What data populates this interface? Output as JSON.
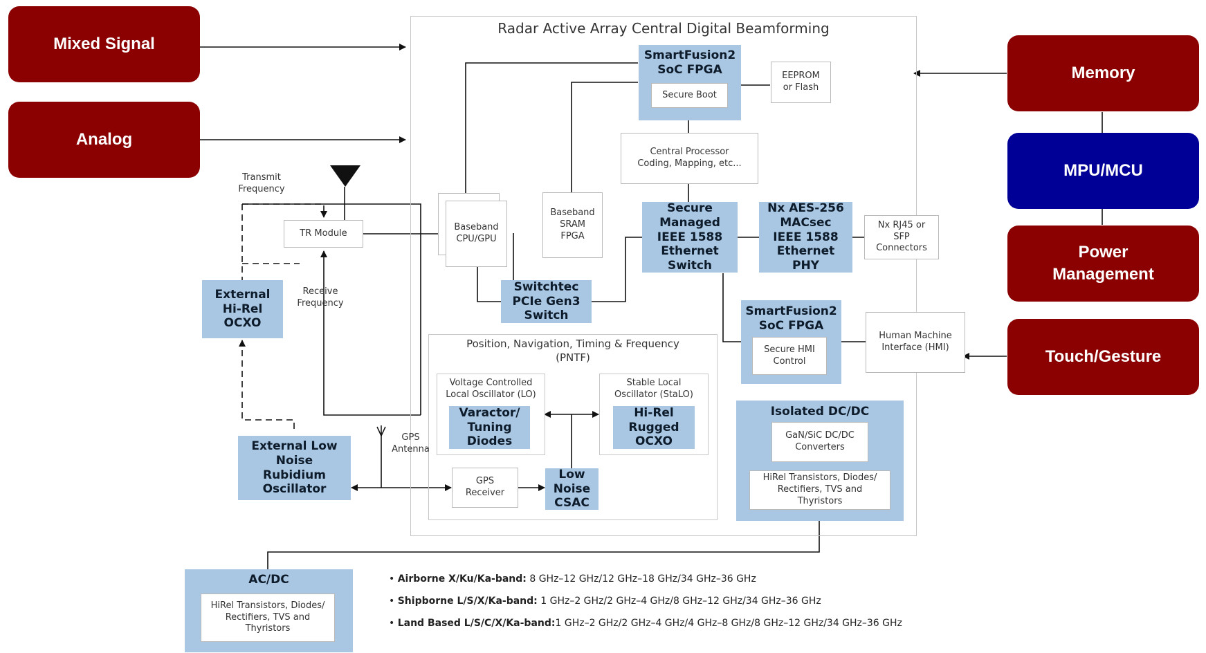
{
  "left_blocks": {
    "mixed_signal": "Mixed Signal",
    "analog": "Analog"
  },
  "right_blocks": {
    "memory": "Memory",
    "mpu_mcu": "MPU/MCU",
    "power_management": "Power\nManagement",
    "touch_gesture": "Touch/Gesture"
  },
  "diagram": {
    "title": "Radar Active Array Central Digital Beamforming",
    "smartfusion_top": {
      "title": "SmartFusion2\nSoC FPGA",
      "inner": "Secure Boot"
    },
    "eeprom": "EEPROM\nor Flash",
    "central_processor": "Central Processor\nCoding, Mapping, etc...",
    "baseband_cpu": "Baseband\nCPU/GPU",
    "baseband_sram": "Baseband\nSRAM\nFPGA",
    "ethernet_switch": "Secure\nManaged\nIEEE 1588\nEthernet\nSwitch",
    "ethernet_phy": "Nx AES-256\nMACsec\nIEEE 1588\nEthernet\nPHY",
    "connectors": "Nx RJ45 or\nSFP\nConnectors",
    "pcie_switch": "Switchtec\nPCIe Gen3\nSwitch",
    "transmit_frequency": "Transmit\nFrequency",
    "tr_module": "TR Module",
    "receive_frequency": "Receive\nFrequency",
    "external_ocxo": "External\nHi-Rel\nOCXO",
    "smartfusion_hmi": {
      "title": "SmartFusion2\nSoC FPGA",
      "inner": "Secure HMI\nControl"
    },
    "hmi": "Human Machine\nInterface (HMI)",
    "pntf": {
      "title": "Position, Navigation, Timing & Frequency\n(PNTF)",
      "vco_label": "Voltage Controlled\nLocal Oscillator (LO)",
      "vco_part": "Varactor/\nTuning\nDiodes",
      "stalo_label": "Stable Local\nOscillator (StaLO)",
      "stalo_part": "Hi-Rel\nRugged\nOCXO",
      "gps_receiver": "GPS\nReceiver",
      "csac": "Low\nNoise\nCSAC"
    },
    "isolated_dcdc": {
      "title": "Isolated DC/DC",
      "converters": "GaN/SiC DC/DC\nConverters",
      "parts": "HiRel Transistors, Diodes/\nRectifiers, TVS and\nThyristors"
    },
    "gps_antenna": "GPS\nAntenna",
    "rubidium": "External Low\nNoise\nRubidium\nOscillator",
    "acdc": {
      "title": "AC/DC",
      "parts": "HiRel Transistors, Diodes/\nRectifiers, TVS and\nThyristors"
    }
  },
  "bands": [
    {
      "label": "Airborne X/Ku/Ka-band:",
      "value": " 8 GHz–12 GHz/12 GHz–18 GHz/34 GHz–36 GHz"
    },
    {
      "label": "Shipborne L/S/X/Ka-band:",
      "value": " 1 GHz–2 GHz/2 GHz–4 GHz/8 GHz–12 GHz/34 GHz–36 GHz"
    },
    {
      "label": "Land Based L/S/C/X/Ka-band:",
      "value": "1 GHz–2 GHz/2 GHz–4 GHz/4 GHz–8 GHz/8 GHz–12 GHz/34 GHz–36 GHz"
    }
  ],
  "colors": {
    "dark_red": "#8b0000",
    "dark_blue": "#000097",
    "light_blue": "#a9c7e3"
  }
}
